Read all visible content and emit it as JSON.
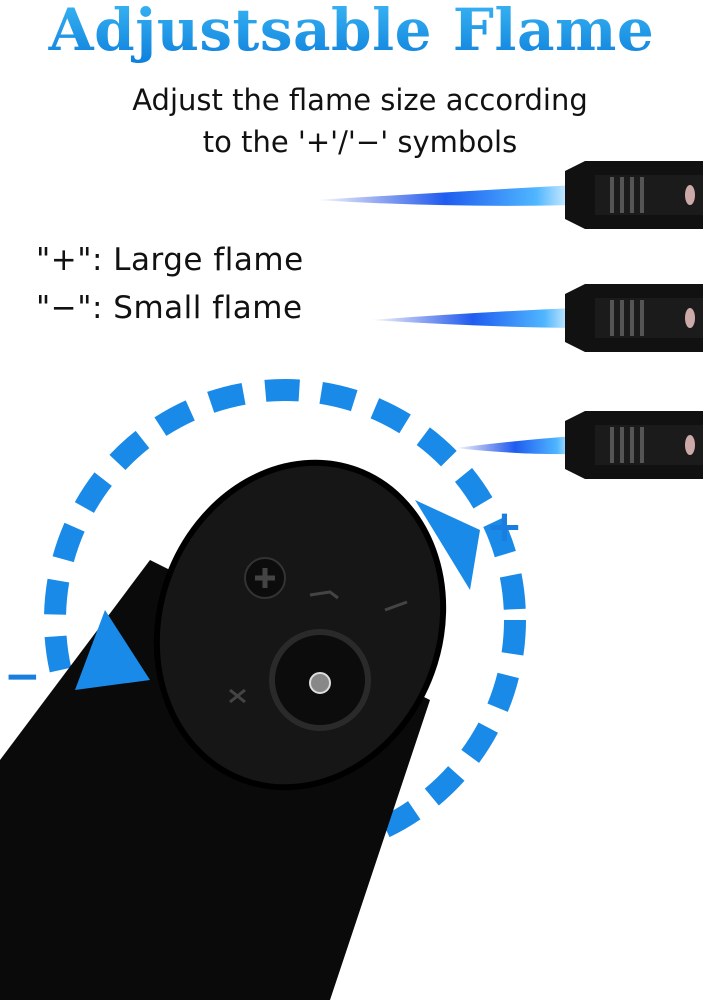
{
  "title": "Adjustsable Flame",
  "subtitle": [
    "Adjust the flame size according",
    "to the '+'/'−' symbols"
  ],
  "labels": [
    "\"+\": Large flame",
    "\"−\": Small flame"
  ],
  "markers": {
    "plus": "+",
    "minus": "−"
  },
  "colors": {
    "title_top": "#3cb8f4",
    "title_bottom": "#0d7fdc",
    "arrow_blue": "#1a8ae8",
    "flame_blue": "#1f5cf0",
    "body": "#0a0a0a"
  },
  "flames": [
    {
      "size": "large"
    },
    {
      "size": "medium"
    },
    {
      "size": "small"
    }
  ]
}
